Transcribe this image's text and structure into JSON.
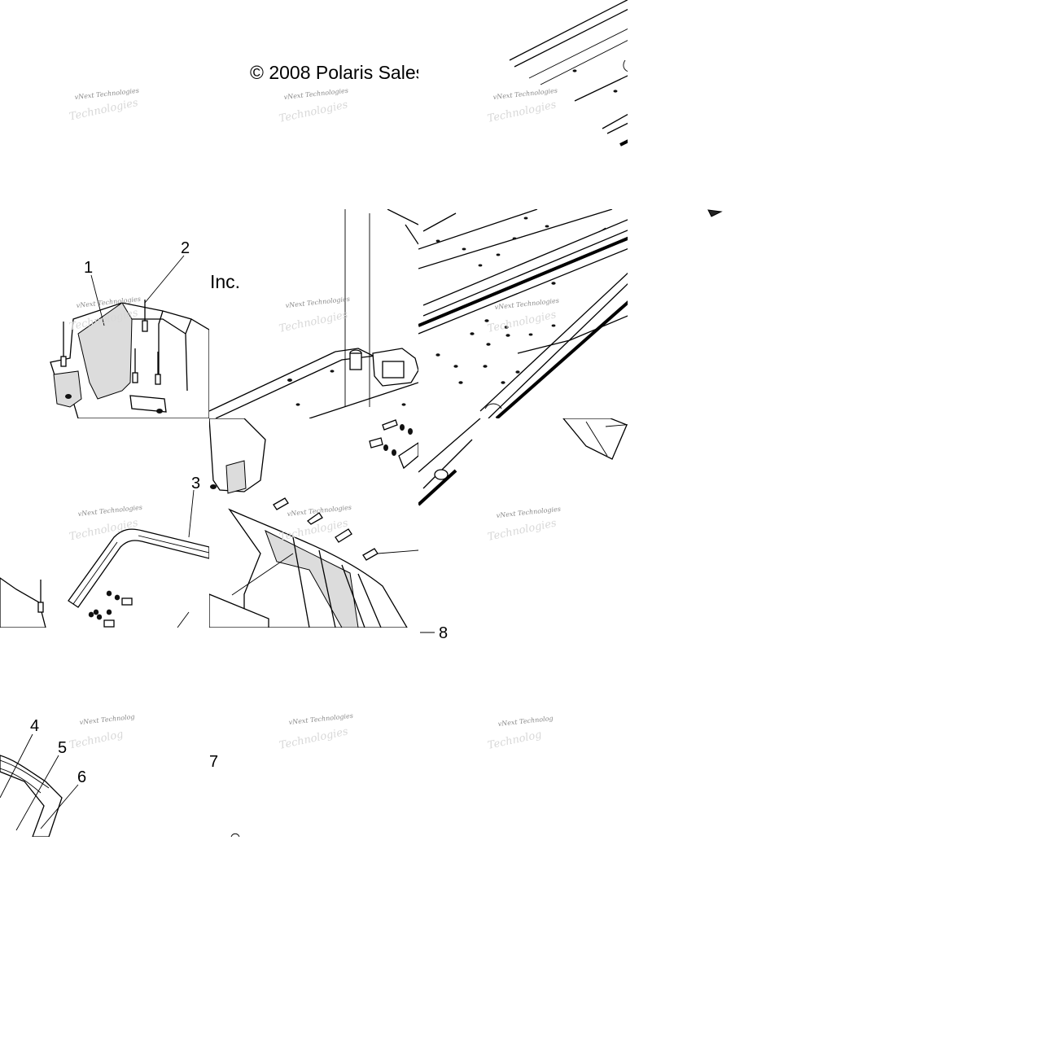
{
  "copyright": {
    "line1": "© 2008 Polaris Sales",
    "line2": "Inc."
  },
  "watermarks": [
    "vNext Technologies",
    "vNext Technologies",
    "vNext Technologies",
    "vNext Technologies",
    "vNext Technologies",
    "vNext Technologies",
    "vNext Technologies",
    "vNext Technologies",
    "vNext Technologies",
    "vNext Technolog",
    "vNext Technologies",
    "vNext Technolog"
  ],
  "callouts": [
    "1",
    "2",
    "3",
    "4",
    "5",
    "6",
    "7",
    "8"
  ]
}
